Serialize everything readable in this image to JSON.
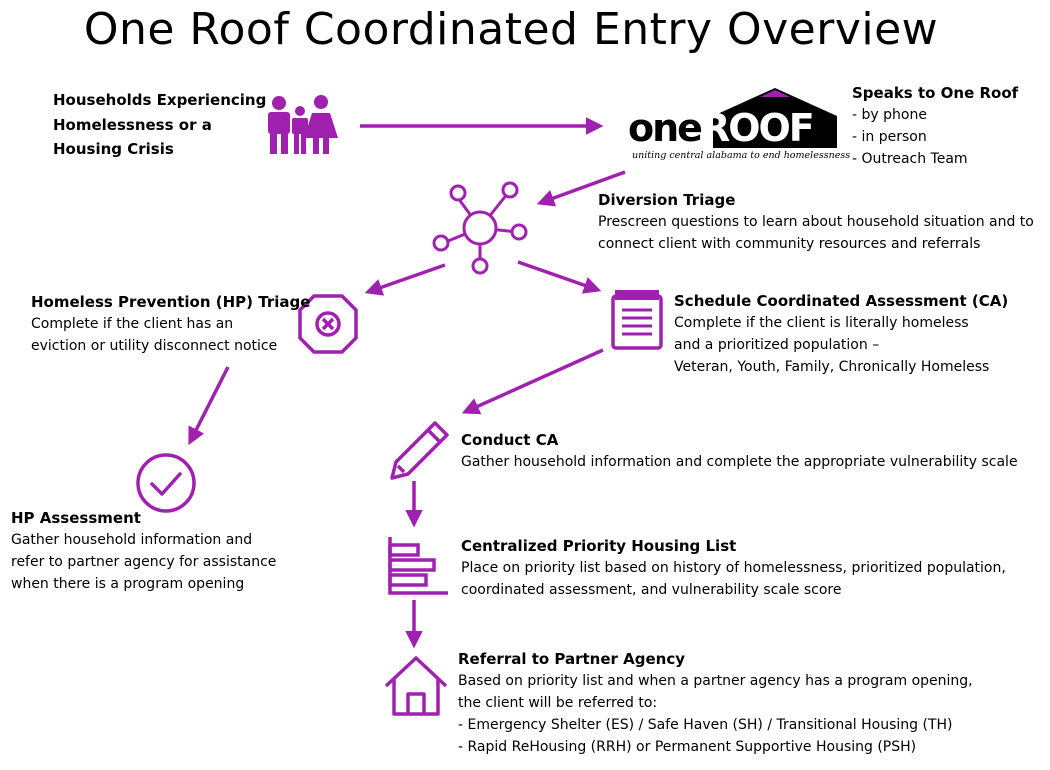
{
  "title": "One Roof Coordinated Entry Overview",
  "colors": {
    "accent": "#a020b0",
    "text": "#000000",
    "logo_dark": "#000000"
  },
  "households": {
    "lines": [
      "Households Experiencing",
      "Homelessness or a",
      "Housing Crisis"
    ]
  },
  "logo": {
    "word_one": "one",
    "word_roof": "ROOF",
    "tagline": "uniting central alabama to end homelessness"
  },
  "speaks": {
    "heading": "Speaks to One Roof",
    "items": [
      "- by phone",
      "- in person",
      "- Outreach Team"
    ]
  },
  "diversion": {
    "heading": "Diversion Triage",
    "lines": [
      "Prescreen questions to learn about household situation and to",
      "connect client with community resources and referrals"
    ]
  },
  "hp_triage": {
    "heading": "Homeless Prevention (HP) Triage",
    "lines": [
      "Complete if the client has an",
      "eviction or utility disconnect notice"
    ]
  },
  "schedule_ca": {
    "heading": "Schedule Coordinated Assessment (CA)",
    "lines": [
      "Complete if the client is literally homeless",
      "and a prioritized population –",
      "Veteran, Youth, Family, Chronically Homeless"
    ]
  },
  "conduct_ca": {
    "heading": "Conduct CA",
    "lines": [
      "Gather household information and complete the appropriate vulnerability scale"
    ]
  },
  "hp_assessment": {
    "heading": "HP Assessment",
    "lines": [
      "Gather household information and",
      "refer to partner agency for assistance",
      "when there is a program opening"
    ]
  },
  "priority_list": {
    "heading": "Centralized Priority Housing List",
    "lines": [
      "Place on priority list based on history of homelessness, prioritized population,",
      "coordinated assessment, and vulnerability scale score"
    ]
  },
  "referral": {
    "heading": "Referral to Partner Agency",
    "lines": [
      "Based on priority list and when a partner agency has a program opening,",
      "the client will be referred to:",
      "- Emergency Shelter (ES) / Safe Haven (SH) / Transitional Housing (TH)",
      "- Rapid ReHousing (RRH) or Permanent Supportive Housing (PSH)"
    ]
  },
  "icons": [
    "family-icon",
    "network-hub-icon",
    "stop-sign-x-icon",
    "notepad-icon",
    "check-circle-icon",
    "pencil-icon",
    "bar-list-icon",
    "house-icon"
  ]
}
